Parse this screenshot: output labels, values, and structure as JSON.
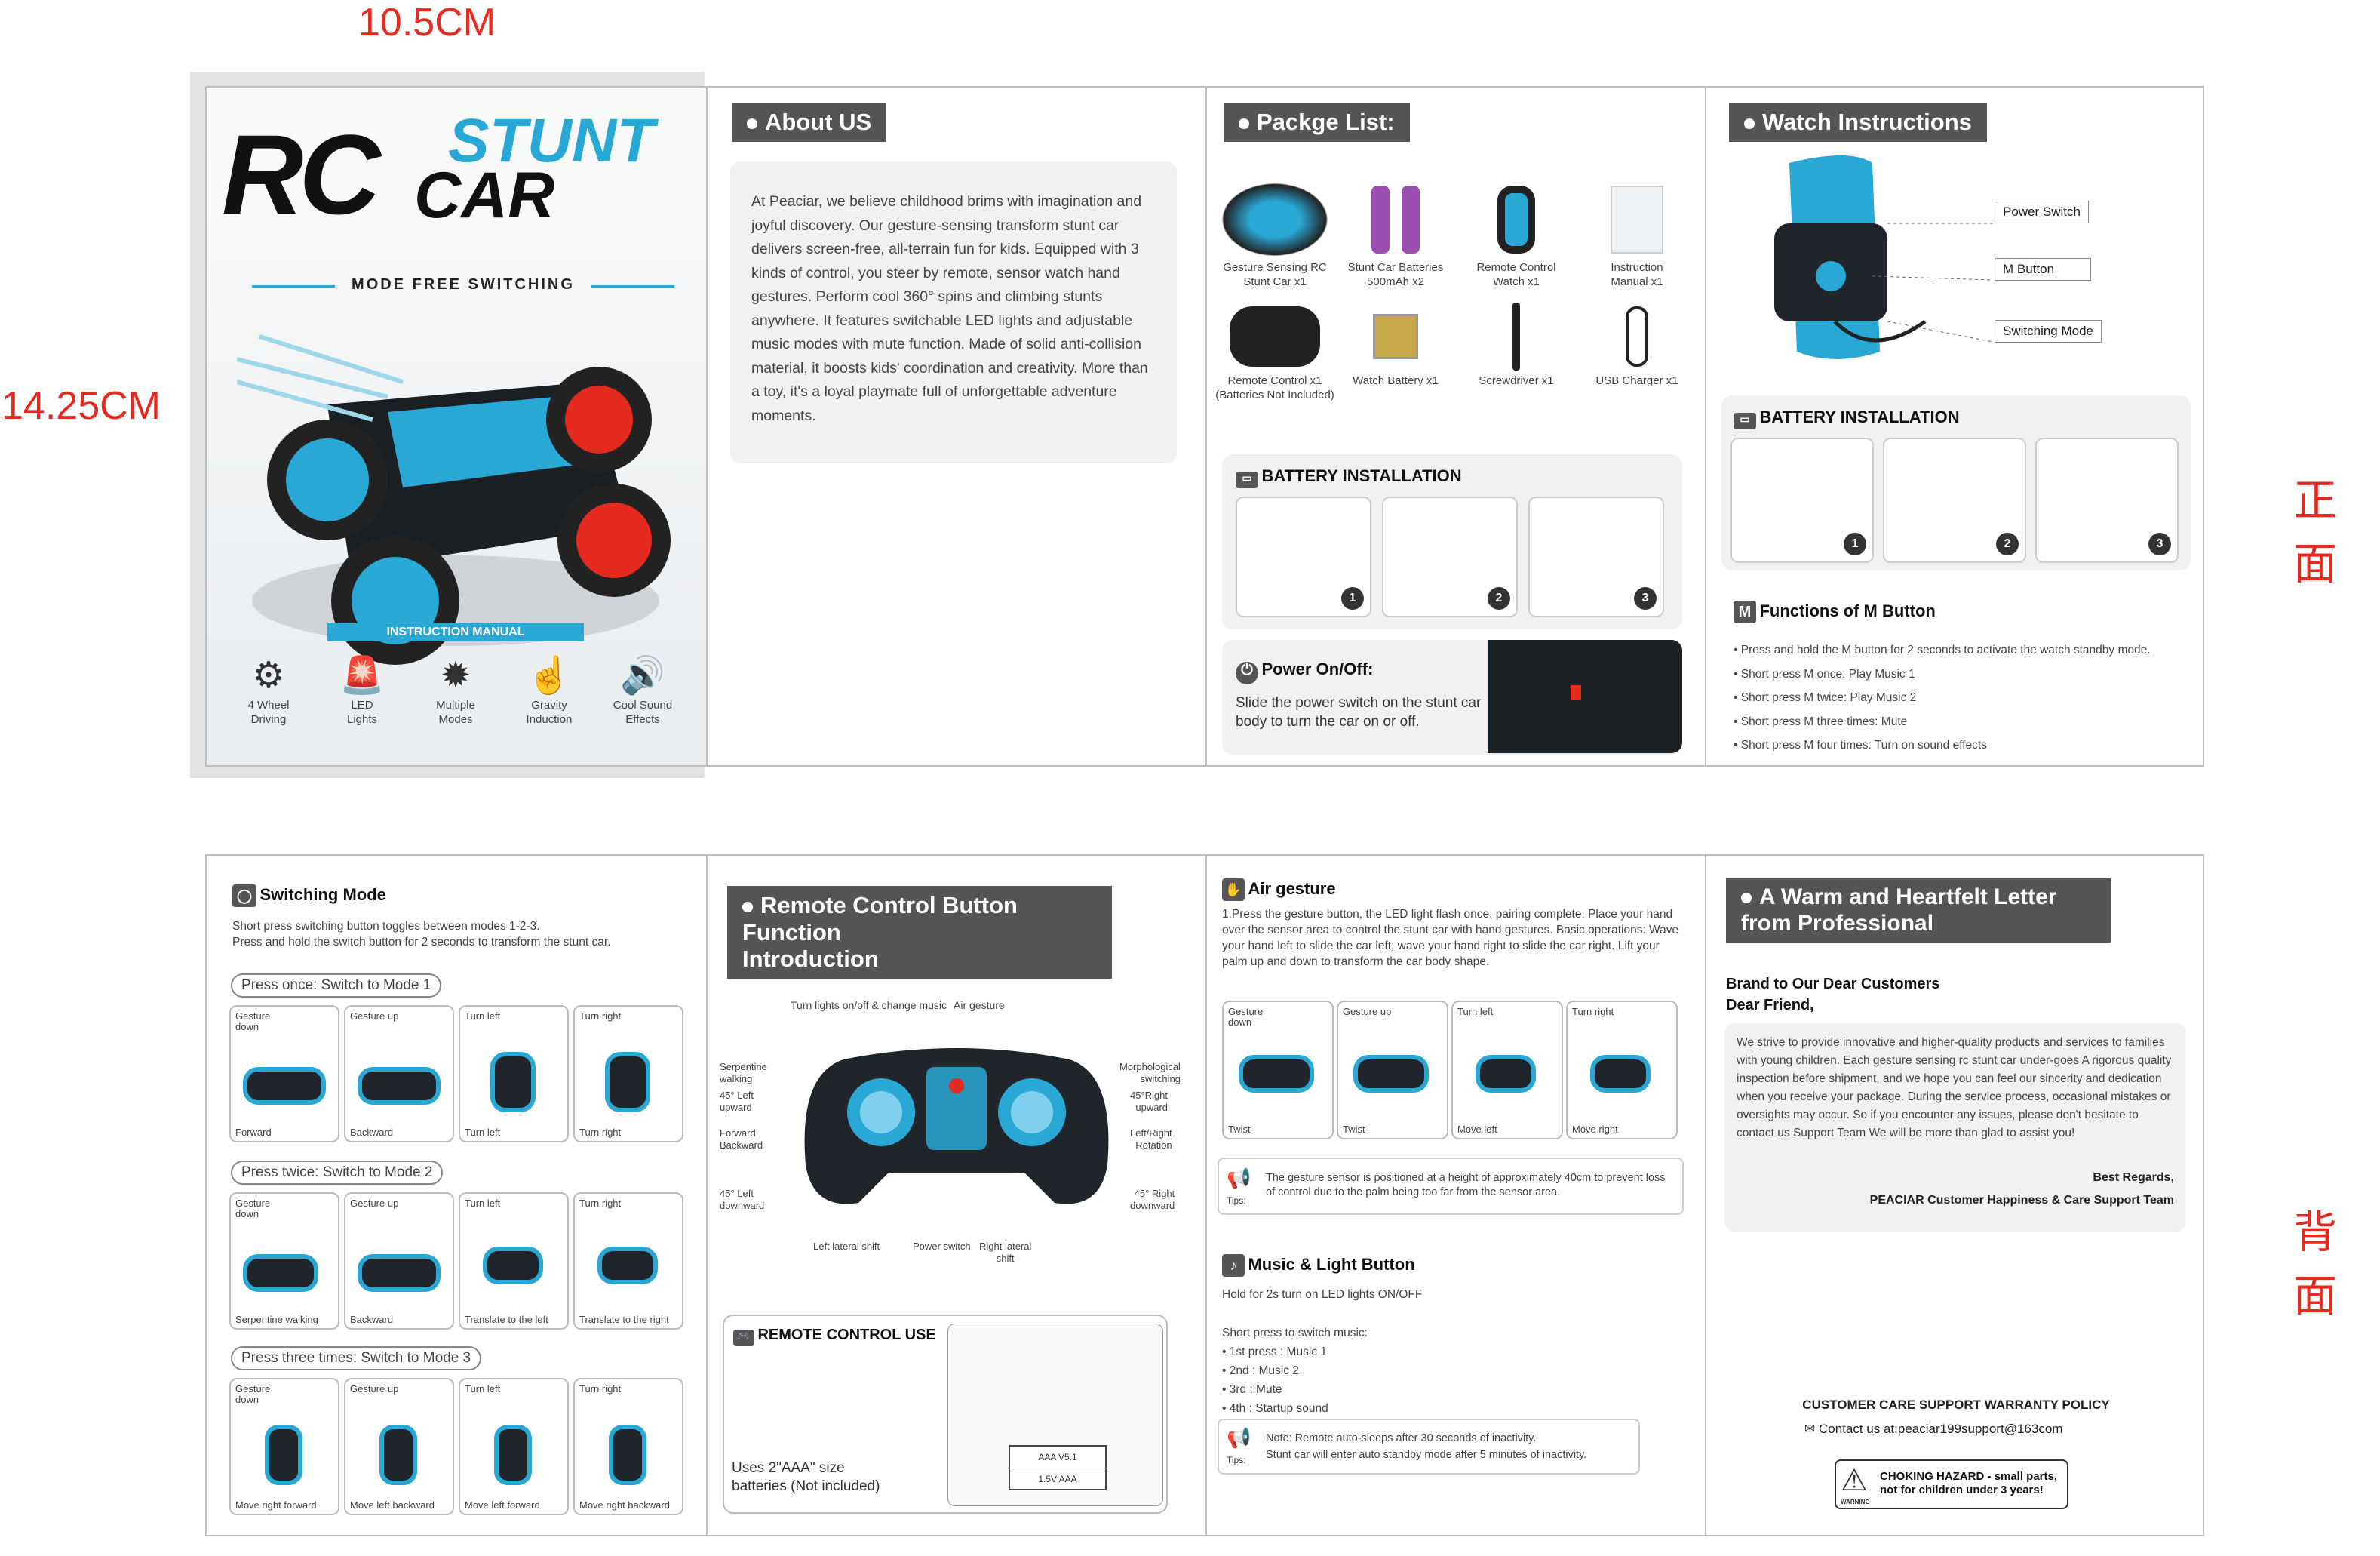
{
  "dimensions": {
    "width_label": "10.5CM",
    "height_label": "14.25CM",
    "front_label": "正面",
    "back_label": "背面"
  },
  "cover": {
    "logo_rc": "RC",
    "logo_stunt": "STUNT",
    "logo_car": "CAR",
    "tagline": "MODE FREE SWITCHING",
    "manual_label": "INSTRUCTION MANUAL",
    "features": [
      {
        "icon": "wheel-drive-icon",
        "label": "4 Wheel\nDriving"
      },
      {
        "icon": "led-lights-icon",
        "label": "LED\nLights"
      },
      {
        "icon": "multiple-modes-icon",
        "label": "Multiple\nModes"
      },
      {
        "icon": "gravity-induction-icon",
        "label": "Gravity\nInduction"
      },
      {
        "icon": "sound-effects-icon",
        "label": "Cool Sound\nEffects"
      }
    ]
  },
  "about": {
    "title": "About US",
    "body": "At Peaciar, we believe childhood brims with imagination and joyful discovery. Our gesture-sensing transform stunt car delivers screen-free, all-terrain fun for kids. Equipped with 3 kinds of control, you steer by remote, sensor watch hand gestures. Perform cool 360° spins and climbing stunts anywhere. It features switchable LED lights and adjustable music modes with mute function. Made of solid anti-collision material, it boosts kids' coordination and creativity. More than a toy, it's a loyal playmate full of unforgettable adventure moments."
  },
  "package": {
    "title": "Packge List:",
    "items": [
      {
        "label": "Gesture Sensing RC\nStunt Car x1"
      },
      {
        "label": "Stunt Car Batteries\n500mAh x2"
      },
      {
        "label": "Remote Control\nWatch x1"
      },
      {
        "label": "Instruction\nManual x1"
      },
      {
        "label": "Remote Control x1\n(Batteries Not Included)"
      },
      {
        "label": "Watch Battery x1"
      },
      {
        "label": "Screwdriver x1"
      },
      {
        "label": "USB Charger x1"
      }
    ],
    "battery_title": "BATTERY INSTALLATION",
    "steps": [
      "1",
      "2",
      "3"
    ],
    "power_title": "Power On/Off:",
    "power_body": "Slide the power switch on the stunt car body to turn the car on or off."
  },
  "watch": {
    "title": "Watch Instructions",
    "callouts": [
      "Power Switch",
      "M Button",
      "Switching Mode"
    ],
    "m_letter": "M",
    "battery_title": "BATTERY INSTALLATION",
    "steps": [
      "1",
      "2",
      "3"
    ],
    "functions_title": "Functions of M Button",
    "functions": [
      "Press and hold the M button for 2 seconds to activate the watch standby mode.",
      "Short press M once: Play Music 1",
      "Short press M twice: Play Music 2",
      "Short press M three times: Mute",
      "Short press M four times: Turn on sound effects"
    ]
  },
  "switching": {
    "title": "Switching Mode",
    "intro": "Short press switching button toggles between modes 1-2-3.\nPress and hold the switch button for 2 seconds to transform the stunt car.",
    "modes": [
      {
        "label": "Press once: Switch to Mode 1",
        "cells": [
          {
            "top": "Gesture\ndown",
            "bottom": "Forward"
          },
          {
            "top": "Gesture up",
            "bottom": "Backward"
          },
          {
            "top": "Turn left",
            "bottom": "Turn left"
          },
          {
            "top": "Turn right",
            "bottom": "Turn right"
          }
        ]
      },
      {
        "label": "Press twice: Switch to Mode 2",
        "cells": [
          {
            "top": "Gesture\ndown",
            "bottom": "Serpentine walking"
          },
          {
            "top": "Gesture up",
            "bottom": "Backward"
          },
          {
            "top": "Turn left",
            "bottom": "Translate to the left"
          },
          {
            "top": "Turn right",
            "bottom": "Translate to the right"
          }
        ]
      },
      {
        "label": "Press three times: Switch to Mode 3",
        "cells": [
          {
            "top": "Gesture\ndown",
            "bottom": "Move right forward"
          },
          {
            "top": "Gesture up",
            "bottom": "Move left backward"
          },
          {
            "top": "Turn left",
            "bottom": "Move left forward"
          },
          {
            "top": "Turn right",
            "bottom": "Move right backward"
          }
        ]
      }
    ]
  },
  "remote": {
    "title": "Remote Control Button Function\nIntroduction",
    "labels": {
      "top_left": "Turn lights on/off & change music",
      "top_right": "Air gesture",
      "serpentine": "Serpentine\nwalking",
      "left_up": "45° Left\nupward",
      "fb": "Forward\nBackward",
      "left_down": "45° Left\ndownward",
      "morph": "Morphological\nswitching",
      "right_up": "45°Right\nupward",
      "rotation": "Left/Right\nRotation",
      "right_down": "45° Right\ndownward",
      "lat_left": "Left lateral shift",
      "power": "Power switch",
      "lat_right": "Right lateral\nshift"
    },
    "use_title": "REMOTE CONTROL USE",
    "use_body": "Uses 2\"AAA\" size\nbatteries (Not included)",
    "battery_a": "1.5V    AAA",
    "battery_b": "AAA  V5.1"
  },
  "air": {
    "title": "Air gesture",
    "body": "1.Press the gesture button, the LED light flash once, pairing complete. Place your hand over the sensor area to control the stunt car with hand gestures. Basic operations: Wave your hand left to slide the car left; wave your hand right to slide the car right. Lift your palm up and down to transform the car body shape.",
    "cells": [
      {
        "top": "Gesture\ndown",
        "bottom": "Twist"
      },
      {
        "top": "Gesture up",
        "bottom": "Twist"
      },
      {
        "top": "Turn left",
        "bottom": "Move left"
      },
      {
        "top": "Turn right",
        "bottom": "Move right"
      }
    ],
    "tips_label": "Tips:",
    "tip": "The gesture sensor is positioned at a height of approximately 40cm to prevent loss of control due to the palm being too far from the sensor area.",
    "music_title": "Music & Light Button",
    "music_hold": "Hold for 2s  turn on LED lights ON/OFF",
    "music_short": "Short press to switch music:",
    "music_list": [
      "1st press : Music 1",
      "2nd : Music 2",
      "3rd : Mute",
      "4th : Startup sound"
    ],
    "note1": "Note: Remote auto-sleeps after 30 seconds of inactivity.",
    "note2": "Stunt car will enter auto standby mode after 5 minutes of inactivity."
  },
  "letter": {
    "title": "A Warm and Heartfelt Letter\nfrom Professional",
    "greet1": "Brand to Our Dear Customers",
    "greet2": "Dear Friend,",
    "body": "We strive to provide innovative and higher-quality products and services to families with young children. Each gesture sensing rc stunt car under-goes A rigorous quality inspection before shipment, and we hope you can feel our sincerity and dedication when you receive your package. During the service process, occasional mistakes or oversights may occur. So if you encounter any issues, please don't hesitate to contact us Support Team We will be more than glad to assist you!",
    "regards": "Best Regards,",
    "team": "PEACIAR Customer Happiness & Care Support Team",
    "policy": "CUSTOMER CARE SUPPORT WARRANTY POLICY",
    "contact": "Contact us at:peaciar199support@163com",
    "hazard": "CHOKING HAZARD - small parts,\nnot for children under 3 years!",
    "warning": "WARNING"
  },
  "colors": {
    "accent": "#29a8d6",
    "header": "#555555",
    "red": "#e52a1f"
  }
}
